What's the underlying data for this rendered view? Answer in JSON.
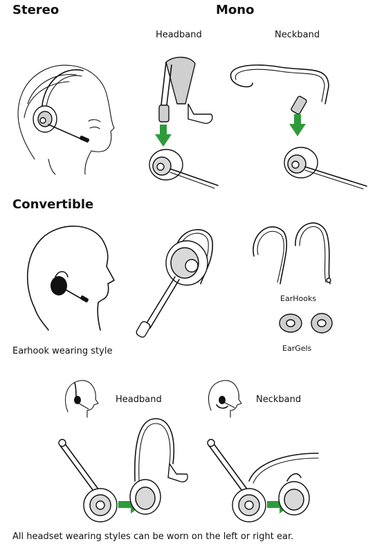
{
  "sections": {
    "stereo": "Stereo",
    "mono": "Mono",
    "convertible": "Convertible"
  },
  "mono_labels": {
    "headband": "Headband",
    "neckband": "Neckband"
  },
  "convertible_labels": {
    "earhook_style": "Earhook wearing style",
    "earhooks": "EarHooks",
    "eargels": "EarGels"
  },
  "conversion_labels": {
    "headband": "Headband",
    "neckband": "Neckband"
  },
  "footer_note": "All headset wearing styles can be worn on the left or right ear.",
  "colors": {
    "arrow": "#2e9b3b",
    "ear_pad": "#d9d9d9"
  }
}
